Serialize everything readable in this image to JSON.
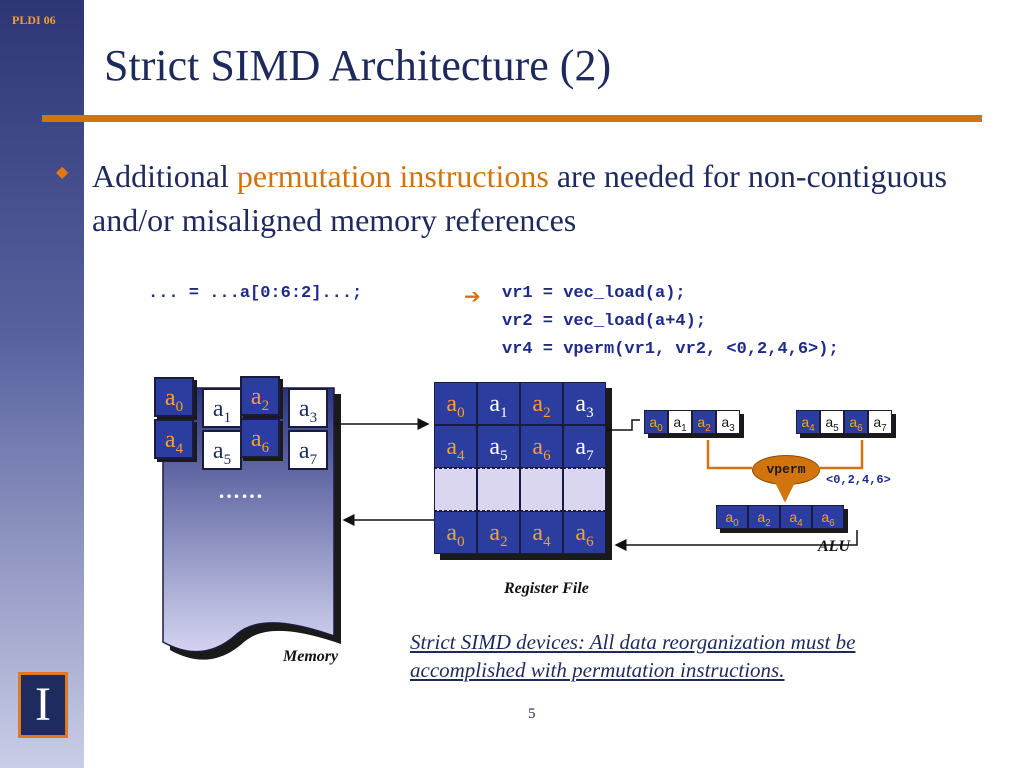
{
  "header": {
    "conference": "PLDI 06",
    "title": "Strict SIMD Architecture (2)"
  },
  "bullet": {
    "before": "Additional ",
    "highlight": "permutation instructions",
    "after": " are needed for non-contiguous and/or misaligned memory references"
  },
  "code": {
    "source": "... = ...a[0:6:2]...;",
    "line1": "vr1 = vec_load(a);",
    "line2": "vr2 = vec_load(a+4);",
    "line3": "vr4 = vperm(vr1, vr2, <0,2,4,6>);"
  },
  "memory": {
    "label": "Memory",
    "ellipsis": "……",
    "row1": [
      {
        "b": "a",
        "s": "0"
      },
      {
        "b": "a",
        "s": "1"
      },
      {
        "b": "a",
        "s": "2"
      },
      {
        "b": "a",
        "s": "3"
      }
    ],
    "row2": [
      {
        "b": "a",
        "s": "4"
      },
      {
        "b": "a",
        "s": "5"
      },
      {
        "b": "a",
        "s": "6"
      },
      {
        "b": "a",
        "s": "7"
      }
    ]
  },
  "register_file": {
    "label": "Register File",
    "row1": [
      {
        "b": "a",
        "s": "0"
      },
      {
        "b": "a",
        "s": "1"
      },
      {
        "b": "a",
        "s": "2"
      },
      {
        "b": "a",
        "s": "3"
      }
    ],
    "row2": [
      {
        "b": "a",
        "s": "4"
      },
      {
        "b": "a",
        "s": "5"
      },
      {
        "b": "a",
        "s": "6"
      },
      {
        "b": "a",
        "s": "7"
      }
    ],
    "result": [
      {
        "b": "a",
        "s": "0"
      },
      {
        "b": "a",
        "s": "2"
      },
      {
        "b": "a",
        "s": "4"
      },
      {
        "b": "a",
        "s": "6"
      }
    ]
  },
  "alu": {
    "label": "ALU",
    "op": "vperm",
    "const": "<0,2,4,6>",
    "vec1": [
      {
        "b": "a",
        "s": "0"
      },
      {
        "b": "a",
        "s": "1"
      },
      {
        "b": "a",
        "s": "2"
      },
      {
        "b": "a",
        "s": "3"
      }
    ],
    "vec2": [
      {
        "b": "a",
        "s": "4"
      },
      {
        "b": "a",
        "s": "5"
      },
      {
        "b": "a",
        "s": "6"
      },
      {
        "b": "a",
        "s": "7"
      }
    ],
    "out": [
      {
        "b": "a",
        "s": "0"
      },
      {
        "b": "a",
        "s": "2"
      },
      {
        "b": "a",
        "s": "4"
      },
      {
        "b": "a",
        "s": "6"
      }
    ]
  },
  "note": "Strict SIMD devices: All data reorganization must be accomplished with permutation instructions.",
  "page_number": "5",
  "colors": {
    "title": "#1e2a5e",
    "accent": "#d2740e",
    "cell_blue": "#2b3d9e",
    "code": "#1e2a8c"
  }
}
